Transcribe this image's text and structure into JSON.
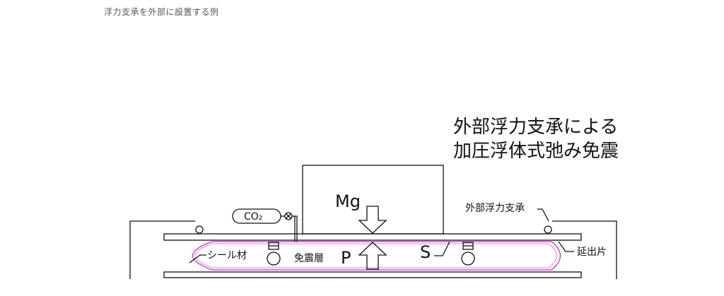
{
  "caption": "浮力支承を外部に設置する例",
  "title": {
    "line1": "外部浮力支承による",
    "line2": "加圧浮体式弛み免震"
  },
  "labels": {
    "mg": "Mg",
    "p": "P",
    "s": "S",
    "co2": "CO₂",
    "seal": "シール材",
    "isolation_layer": "免震層",
    "external_buoyancy_bearing": "外部浮力支承",
    "extension_piece": "延出片"
  },
  "colors": {
    "seal": "#d020c8",
    "line": "#111111"
  }
}
